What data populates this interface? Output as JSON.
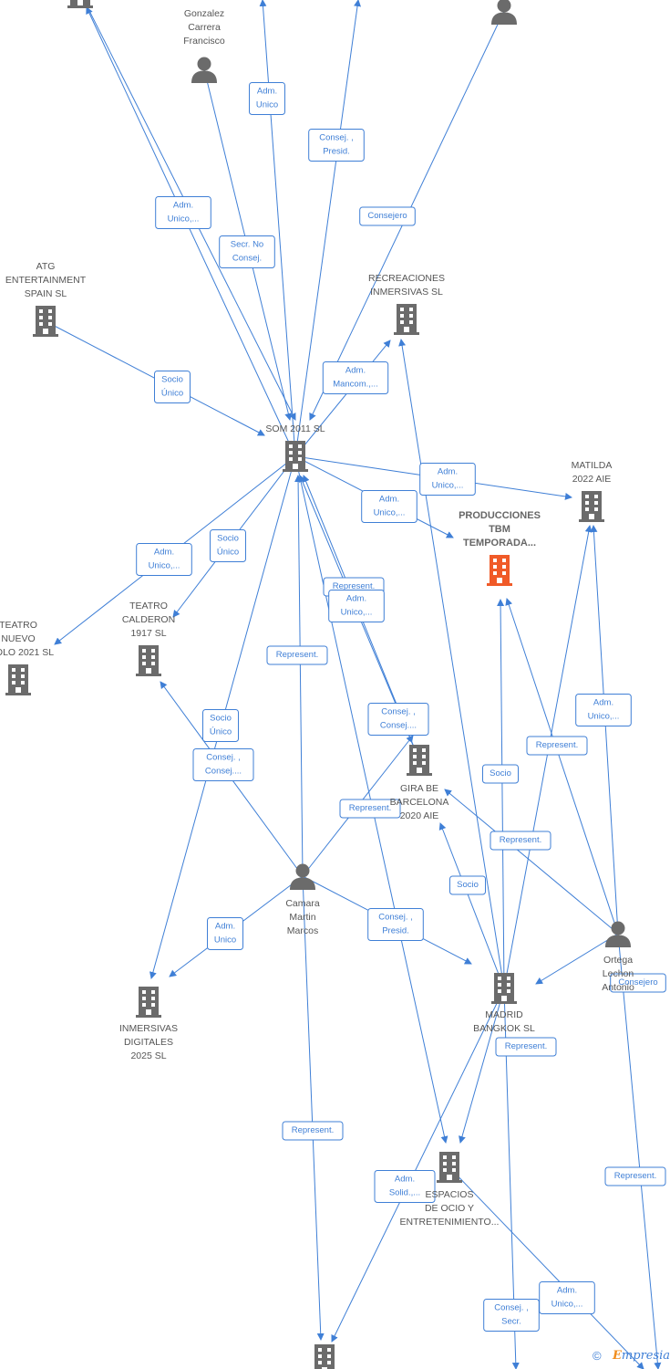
{
  "colors": {
    "edge": "#3f7fd6",
    "node": "#6b6b6b",
    "highlight": "#f05a28"
  },
  "nodes": [
    {
      "id": "top_company",
      "type": "company",
      "label": []
    },
    {
      "id": "gonzalez",
      "type": "person",
      "label": [
        "Gonzalez",
        "Carrera",
        "Francisco"
      ]
    },
    {
      "id": "top_person_right",
      "type": "person",
      "label": []
    },
    {
      "id": "atg",
      "type": "company",
      "label": [
        "ATG",
        "ENTERTAINMENT",
        "SPAIN  SL"
      ]
    },
    {
      "id": "recreaciones",
      "type": "company",
      "label": [
        "RECREACIONES",
        "INMERSIVAS  SL"
      ]
    },
    {
      "id": "som2011",
      "type": "company",
      "label": [
        "SOM 2011 SL"
      ]
    },
    {
      "id": "matilda",
      "type": "company",
      "label": [
        "MATILDA",
        "2022 AIE"
      ]
    },
    {
      "id": "producciones",
      "type": "company",
      "highlight": true,
      "label": [
        "PRODUCCIONES",
        "TBM",
        "TEMPORADA..."
      ]
    },
    {
      "id": "teatro_nuevo",
      "type": "company",
      "label": [
        "TEATRO",
        "NUEVO",
        "APOLO 2021  SL"
      ]
    },
    {
      "id": "teatro_calderon",
      "type": "company",
      "label": [
        "TEATRO",
        "CALDERON",
        "1917  SL"
      ]
    },
    {
      "id": "gira",
      "type": "company",
      "label": [
        "GIRA BE",
        "BARCELONA",
        "2020  AIE"
      ]
    },
    {
      "id": "camara",
      "type": "person",
      "label": [
        "Camara",
        "Martin",
        "Marcos"
      ]
    },
    {
      "id": "ortega",
      "type": "person",
      "label": [
        "Ortega",
        "Lechon",
        "Antonio"
      ]
    },
    {
      "id": "inmersivas",
      "type": "company",
      "label": [
        "INMERSIVAS",
        "DIGITALES",
        "2025  SL"
      ]
    },
    {
      "id": "madrid",
      "type": "company",
      "label": [
        "MADRID",
        "BANGKOK  SL"
      ]
    },
    {
      "id": "espacios",
      "type": "company",
      "label": [
        "ESPACIOS",
        "DE OCIO Y",
        "ENTRETENIMIENTO..."
      ]
    },
    {
      "id": "bottom_company",
      "type": "company",
      "label": []
    }
  ],
  "edge_labels": [
    [
      "Adm.",
      "Unico"
    ],
    [
      "Consej. ,",
      "Presid."
    ],
    [
      "Consejero"
    ],
    [
      "Adm.",
      "Unico,..."
    ],
    [
      "Secr.  No",
      "Consej."
    ],
    [
      "Socio",
      "Único"
    ],
    [
      "Adm.",
      "Mancom.,..."
    ],
    [
      "Adm.",
      "Unico,..."
    ],
    [
      "Adm.",
      "Unico,..."
    ],
    [
      "Adm.",
      "Unico,..."
    ],
    [
      "Socio",
      "Único"
    ],
    [
      "Represent."
    ],
    [
      "Adm.",
      "Unico,..."
    ],
    [
      "Represent."
    ],
    [
      "Represent."
    ],
    [
      "Socio",
      "Único"
    ],
    [
      "Consej. ,",
      "Consej...."
    ],
    [
      "Consej. ,",
      "Consej...."
    ],
    [
      "Socio"
    ],
    [
      "Represent."
    ],
    [
      "Adm.",
      "Unico,..."
    ],
    [
      "Represent."
    ],
    [
      "Socio"
    ],
    [
      "Adm.",
      "Unico"
    ],
    [
      "Consej. ,",
      "Presid."
    ],
    [
      "Consejero"
    ],
    [
      "Represent."
    ],
    [
      "Represent."
    ],
    [
      "Adm.",
      "Solid.,..."
    ],
    [
      "Represent."
    ],
    [
      "Adm.",
      "Unico,..."
    ],
    [
      "Consej. ,",
      "Secr."
    ]
  ],
  "footer": {
    "copyright": "©",
    "brand_initial": "E",
    "brand_rest": "mpresia"
  }
}
